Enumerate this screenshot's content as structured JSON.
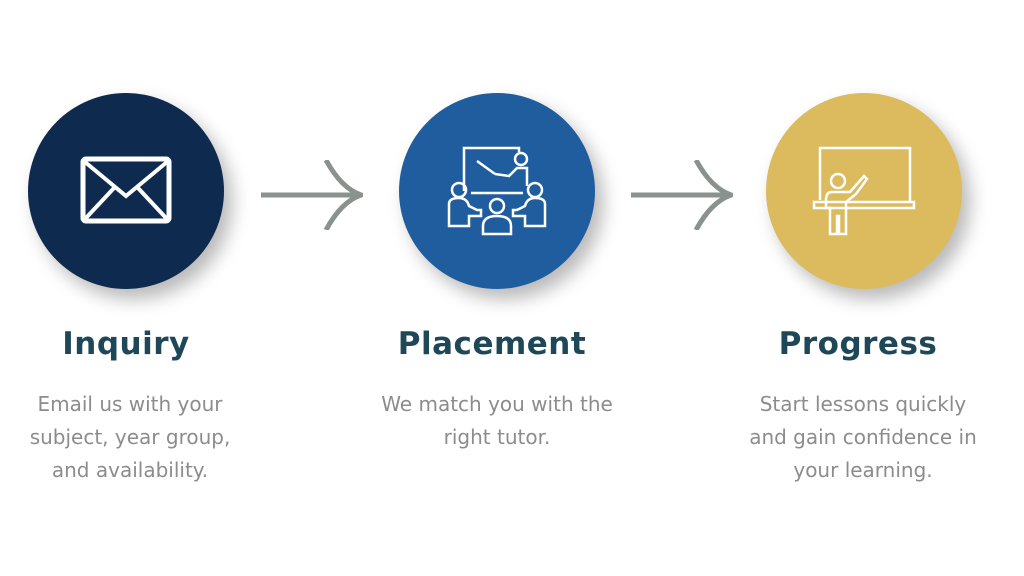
{
  "colors": {
    "step1": "#0e2b4f",
    "step2": "#205d9e",
    "step3": "#dbbb5e",
    "arrow": "#8a928e",
    "title": "#1e4757",
    "text": "#8c8c8c"
  },
  "steps": [
    {
      "icon": "envelope-icon",
      "title": "Inquiry",
      "description": [
        "Email us with your",
        "subject, year group,",
        "and availability."
      ]
    },
    {
      "icon": "classroom-meeting-icon",
      "title": "Placement",
      "description": [
        "We match you with the",
        "right tutor."
      ]
    },
    {
      "icon": "teacher-whiteboard-icon",
      "title": "Progress",
      "description": [
        "Start lessons quickly",
        "and gain confidence in",
        "your learning."
      ]
    }
  ]
}
